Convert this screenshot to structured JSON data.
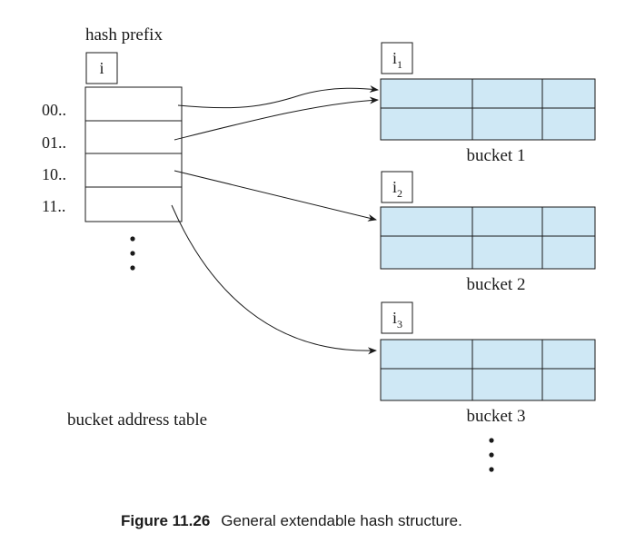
{
  "hash_prefix_label": "hash prefix",
  "global_depth_label": "i",
  "table": {
    "prefixes": [
      "00..",
      "01..",
      "10..",
      "11.."
    ],
    "caption": "bucket address table"
  },
  "buckets": [
    {
      "depth_base": "i",
      "depth_sub": "1",
      "label": "bucket 1"
    },
    {
      "depth_base": "i",
      "depth_sub": "2",
      "label": "bucket 2"
    },
    {
      "depth_base": "i",
      "depth_sub": "3",
      "label": "bucket 3"
    }
  ],
  "figure": {
    "number": "Figure 11.26",
    "caption": "General extendable hash structure."
  },
  "colors": {
    "bucket_fill": "#cfe8f5",
    "stroke": "#1a1a1a"
  }
}
